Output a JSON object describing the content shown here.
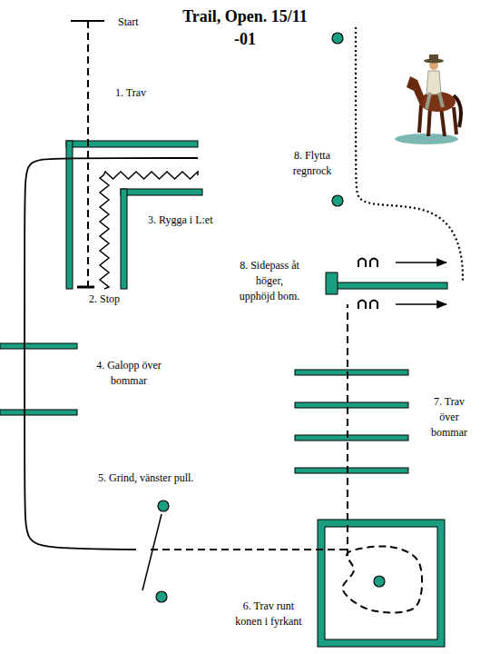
{
  "diagram": {
    "title": "Trail, Open. 15/11 -01",
    "labels": [
      "Start",
      "1. Trav",
      "2. Stop",
      "3. Rygga i L:et",
      "4. Galopp över bommar",
      "5. Grind, vänster pull.",
      "6. Trav runt konen i fyrkant",
      "7. Trav över bommar",
      "8. Flytta regnrock",
      "8. Sidepass åt höger, upphöjd bom."
    ]
  }
}
